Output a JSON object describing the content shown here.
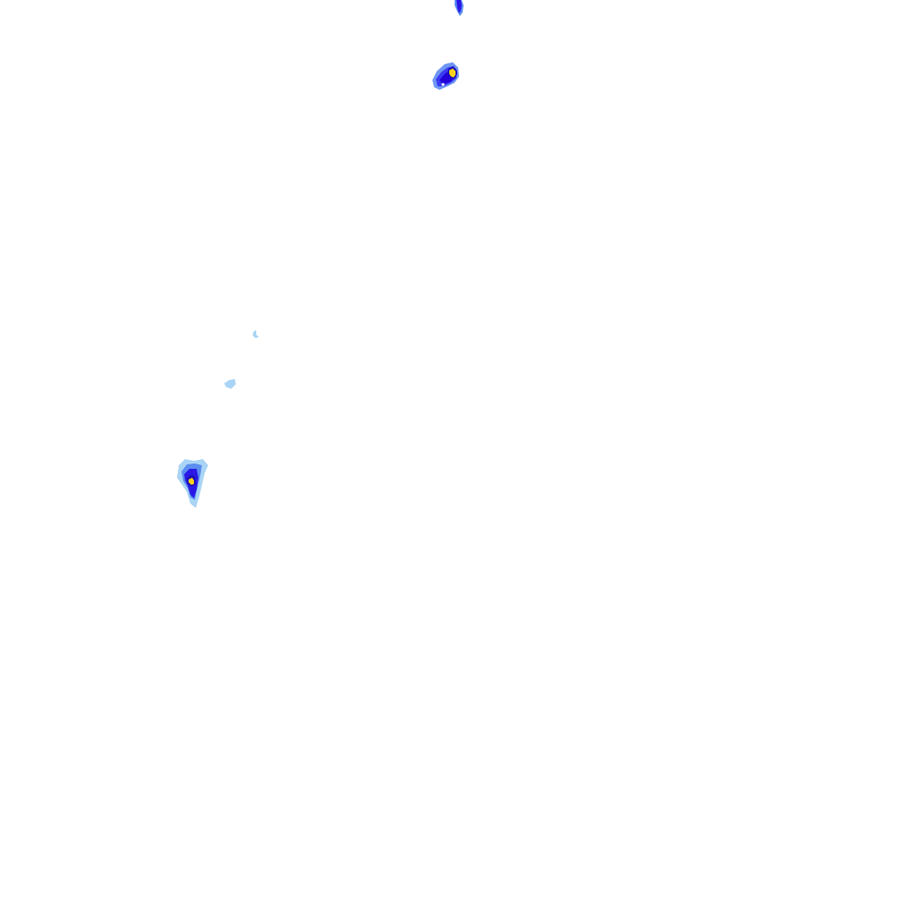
{
  "map": {
    "background": "#ffffff",
    "layer": "precipitation-radar-overlay",
    "intensity_palette": {
      "very_light": "#a9d4f5",
      "light": "#5b8df0",
      "moderate": "#3a3af2",
      "heavy": "#2200d8",
      "very_heavy_outline": "#1b0fb0",
      "extreme": "#ffd21a"
    },
    "echoes": [
      {
        "name": "echo-north-edge",
        "max_intensity": "heavy"
      },
      {
        "name": "echo-north-cell",
        "max_intensity": "extreme"
      },
      {
        "name": "echo-trace-west-1",
        "max_intensity": "very_light"
      },
      {
        "name": "echo-trace-west-2",
        "max_intensity": "very_light"
      },
      {
        "name": "echo-southwest-cell",
        "max_intensity": "extreme"
      }
    ]
  }
}
